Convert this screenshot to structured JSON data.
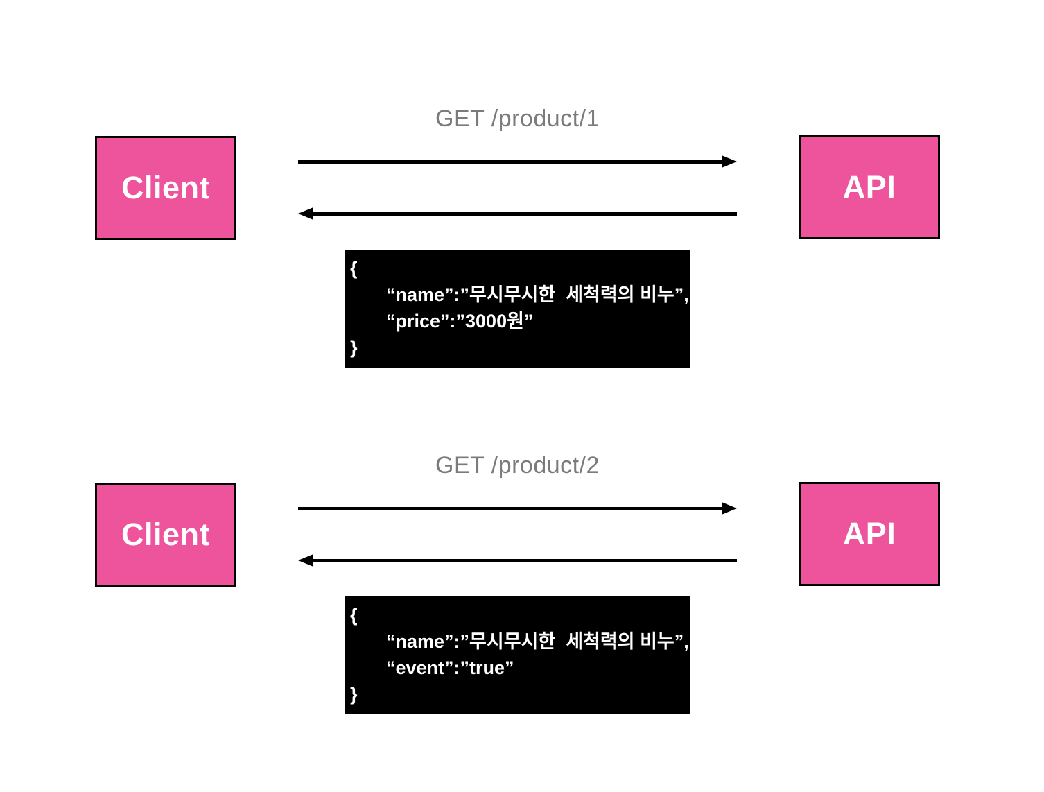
{
  "colors": {
    "node_fill": "#ed549b",
    "node_border": "#000000",
    "node_text": "#ffffff",
    "request_label_text": "#7b7b7b",
    "arrow": "#000000",
    "code_bg": "#000000",
    "code_text": "#ffffff",
    "background": "#ffffff"
  },
  "sections": [
    {
      "request_label": "GET /product/1",
      "client_label": "Client",
      "api_label": "API",
      "response": {
        "open_brace": "{",
        "line1": "“name”:”무시무시한  세척력의 비누”,",
        "line2": "“price”:”3000원”",
        "close_brace": "}"
      }
    },
    {
      "request_label": "GET /product/2",
      "client_label": "Client",
      "api_label": "API",
      "response": {
        "open_brace": "{",
        "line1": "“name”:”무시무시한  세척력의 비누”,",
        "line2": "“event”:”true”",
        "close_brace": "}"
      }
    }
  ]
}
